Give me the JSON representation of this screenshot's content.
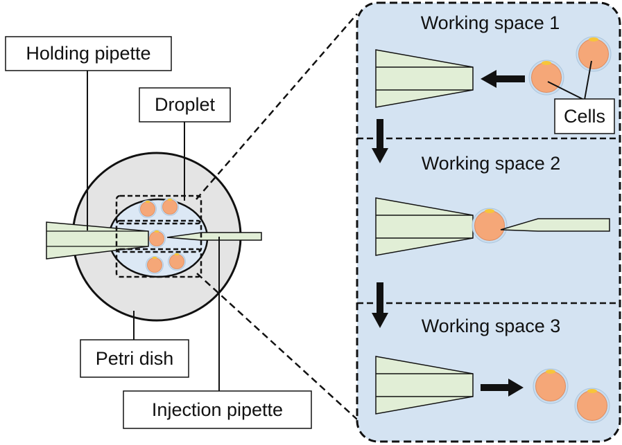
{
  "labels": {
    "holding_pipette": "Holding pipette",
    "droplet": "Droplet",
    "petri_dish": "Petri dish",
    "injection_pipette": "Injection pipette",
    "cells": "Cells"
  },
  "working_spaces": [
    {
      "title": "Working space 1"
    },
    {
      "title": "Working space 2"
    },
    {
      "title": "Working space 3"
    }
  ],
  "colors": {
    "dish_fill": "#e4e4e4",
    "droplet_fill": "#dce8f5",
    "panel_fill": "#d4e3f2",
    "pipette_fill": "#e1eed6",
    "cell_fill": "#f5a778",
    "cell_rim": "#c8dcee",
    "polar_body": "#f7c53a",
    "line": "#111111"
  }
}
